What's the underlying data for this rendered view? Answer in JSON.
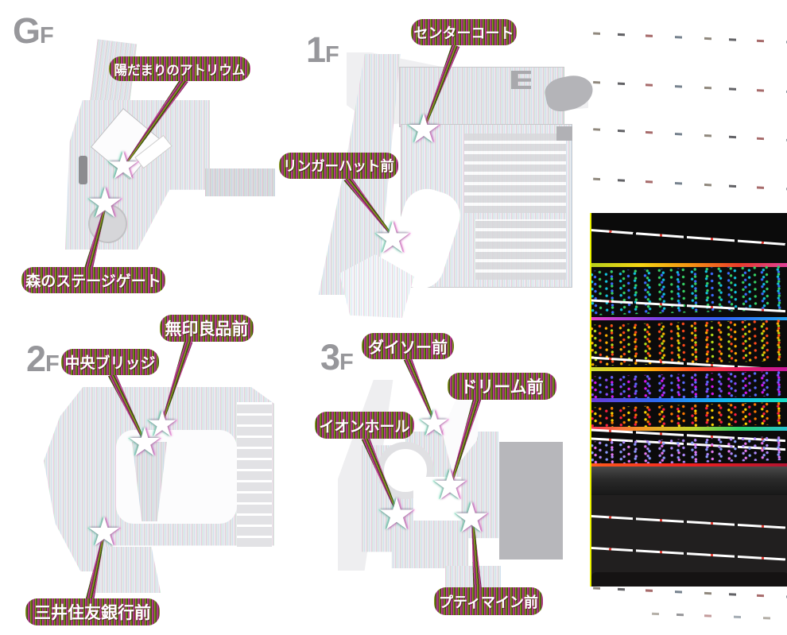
{
  "floors": [
    {
      "id": "GF",
      "floor_label": "G",
      "floor_suffix": "F",
      "callouts": [
        {
          "text": "陽だまりのアトリウム"
        },
        {
          "text": "森のステージゲート"
        }
      ]
    },
    {
      "id": "1F",
      "floor_label": "1",
      "floor_suffix": "F",
      "callouts": [
        {
          "text": "センターコート"
        },
        {
          "text": "リンガーハット前"
        }
      ]
    },
    {
      "id": "2F",
      "floor_label": "2",
      "floor_suffix": "F",
      "callouts": [
        {
          "text": "中央ブリッジ"
        },
        {
          "text": "無印良品前"
        },
        {
          "text": "三井住友銀行前"
        }
      ]
    },
    {
      "id": "3F",
      "floor_label": "3",
      "floor_suffix": "F",
      "callouts": [
        {
          "text": "ダイソー前"
        },
        {
          "text": "ドリーム前"
        },
        {
          "text": "イオンホール"
        },
        {
          "text": "プティマイン前"
        }
      ]
    }
  ],
  "icons": {
    "location_marker": "star"
  },
  "colors": {
    "callout_stripe_green": "#6f7d1f",
    "callout_stripe_magenta": "#c23e92",
    "callout_text": "#ffffff",
    "floor_label": "#97979b",
    "map_base": "#e9e9ec",
    "map_dark_block": "#b6b6ba",
    "strip_background": "#0b0b0b",
    "strip_edge_yellow": "#ecf400"
  }
}
